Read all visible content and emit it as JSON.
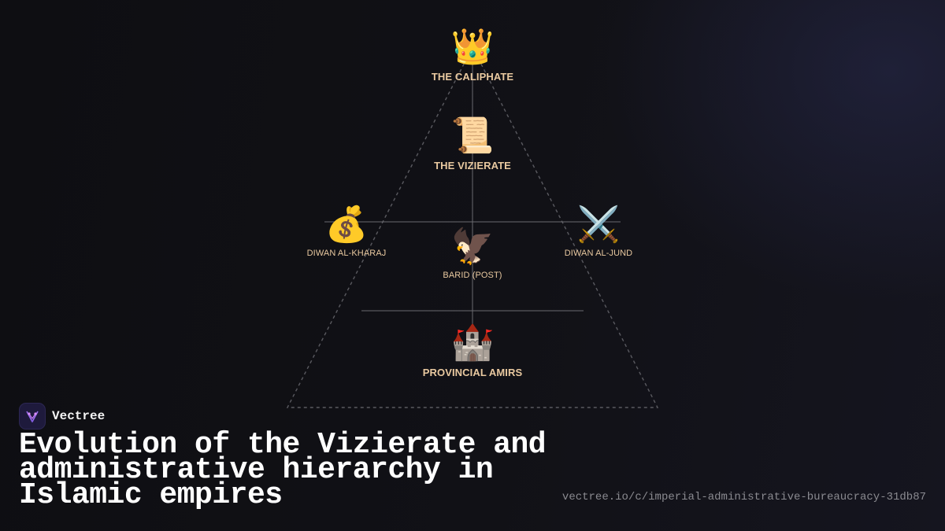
{
  "diagram": {
    "levels": [
      {
        "icon_name": "crown-icon",
        "icon": "👑",
        "label": "THE CALIPHATE"
      },
      {
        "icon_name": "scroll-icon",
        "icon": "📜",
        "label": "THE VIZIERATE"
      },
      {
        "branches": [
          {
            "icon_name": "money-bag-icon",
            "icon": "💰",
            "label": "DIWAN AL-KHARAJ"
          },
          {
            "icon_name": "eagle-icon",
            "icon": "🦅",
            "label": "BARID (POST)"
          },
          {
            "icon_name": "crossed-swords-icon",
            "icon": "⚔️",
            "label": "DIWAN AL-JUND"
          }
        ]
      },
      {
        "icon_name": "castle-icon",
        "icon": "🏰",
        "label": "PROVINCIAL AMIRS"
      }
    ],
    "colors": {
      "label": "#e9c9a0",
      "lines": "#5a5a60",
      "background": "#0e0e13"
    }
  },
  "brand": {
    "logo_icon": "vectree-logo-icon",
    "name": "Vectree"
  },
  "title": "Evolution of the Vizierate and administrative hierarchy in Islamic empires",
  "url": "vectree.io/c/imperial-administrative-bureaucracy-31db87"
}
